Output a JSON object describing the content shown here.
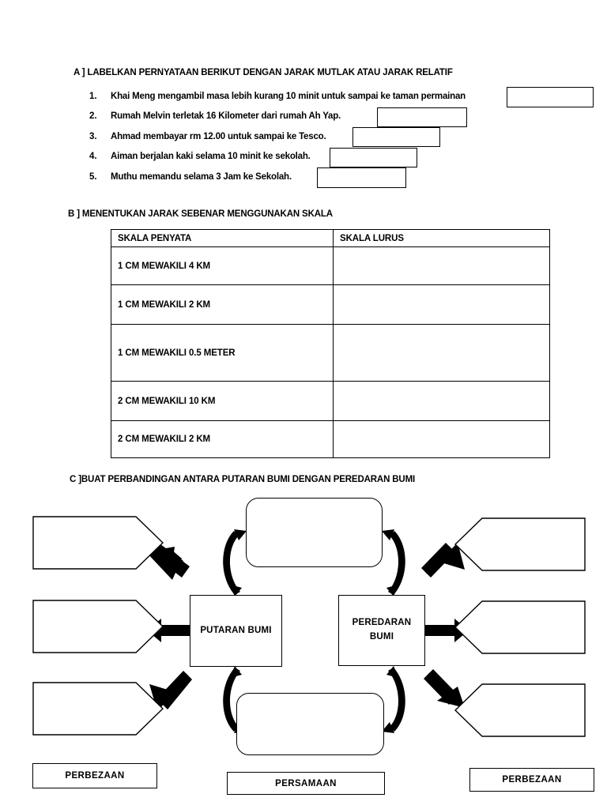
{
  "sections": {
    "a": {
      "heading": "A ] LABELKAN PERNYATAAN BERIKUT DENGAN JARAK MUTLAK ATAU JARAK RELATIF",
      "items": [
        {
          "number": "1.",
          "text": "Khai Meng mengambil masa lebih kurang 10 minit untuk sampai ke taman permainan",
          "answer": ""
        },
        {
          "number": "2.",
          "text": "Rumah Melvin terletak 16 Kilometer dari rumah Ah Yap.",
          "answer": ""
        },
        {
          "number": "3.",
          "text": "Ahmad membayar rm 12.00 untuk sampai ke Tesco.",
          "answer": ""
        },
        {
          "number": "4.",
          "text": "Aiman berjalan kaki selama 10 minit ke sekolah.",
          "answer": ""
        },
        {
          "number": "5.",
          "text": "Muthu memandu selama 3 Jam ke Sekolah.",
          "answer": ""
        }
      ]
    },
    "b": {
      "heading": "B ] MENENTUKAN JARAK SEBENAR MENGGUNAKAN SKALA",
      "columns": [
        "SKALA PENYATA",
        "SKALA LURUS"
      ],
      "rows": [
        {
          "skala_penyata": "1 CM MEWAKILI 4 KM",
          "skala_lurus": ""
        },
        {
          "skala_penyata": "1 CM MEWAKILI 2 KM",
          "skala_lurus": ""
        },
        {
          "skala_penyata": "1 CM MEWAKILI 0.5 METER",
          "skala_lurus": ""
        },
        {
          "skala_penyata": "2 CM MEWAKILI 10 KM",
          "skala_lurus": ""
        },
        {
          "skala_penyata": "2 CM MEWAKILI 2 KM",
          "skala_lurus": ""
        }
      ]
    },
    "c": {
      "heading": "C ]BUAT PERBANDINGAN ANTARA PUTARAN BUMI DENGAN PEREDARAN BUMI",
      "center_left": "PUTARAN BUMI",
      "center_right": "PEREDARAN\nBUMI",
      "center_right_line1": "PEREDARAN",
      "center_right_line2": "BUMI",
      "top_box": "",
      "bottom_box": "",
      "left_pentagons": [
        "",
        "",
        ""
      ],
      "right_pentagons": [
        "",
        "",
        ""
      ],
      "bottom_labels": [
        "PERBEZAAN",
        "PERSAMAAN",
        "PERBEZAAN"
      ]
    }
  },
  "colors": {
    "ink": "#000000",
    "paper": "#ffffff"
  }
}
